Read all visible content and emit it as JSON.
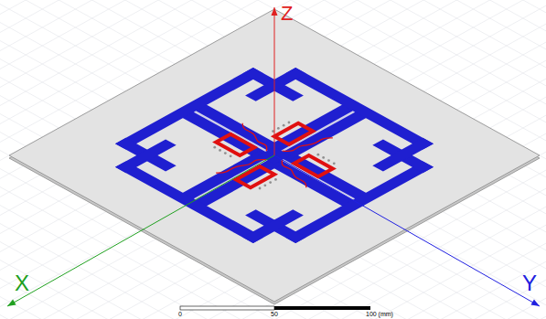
{
  "diagram": {
    "labels": [
      "Z",
      "X",
      "Y",
      "0",
      "50",
      "100 (mm)"
    ]
  }
}
